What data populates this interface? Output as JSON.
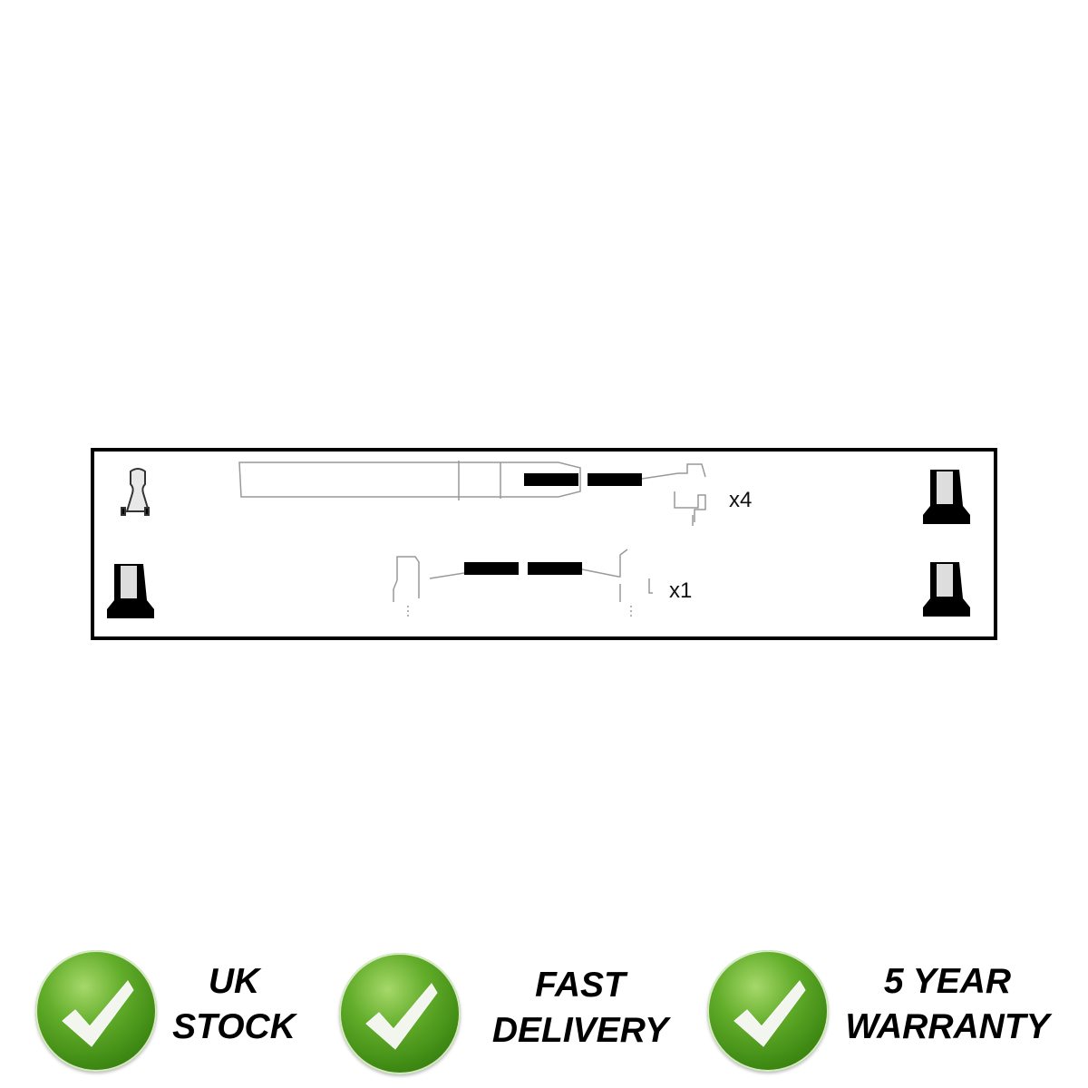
{
  "diagram": {
    "row1_quantity": "x4",
    "row2_quantity": "x1"
  },
  "badges": [
    {
      "line1": "UK",
      "line2": "STOCK",
      "icon": "green-checkmark-icon"
    },
    {
      "line1": "FAST",
      "line2": "DELIVERY",
      "icon": "green-checkmark-icon"
    },
    {
      "line1": "5 YEAR",
      "line2": "WARRANTY",
      "icon": "green-checkmark-icon"
    }
  ],
  "colors": {
    "badge_green": "#4e9a1e",
    "text": "#000000"
  }
}
